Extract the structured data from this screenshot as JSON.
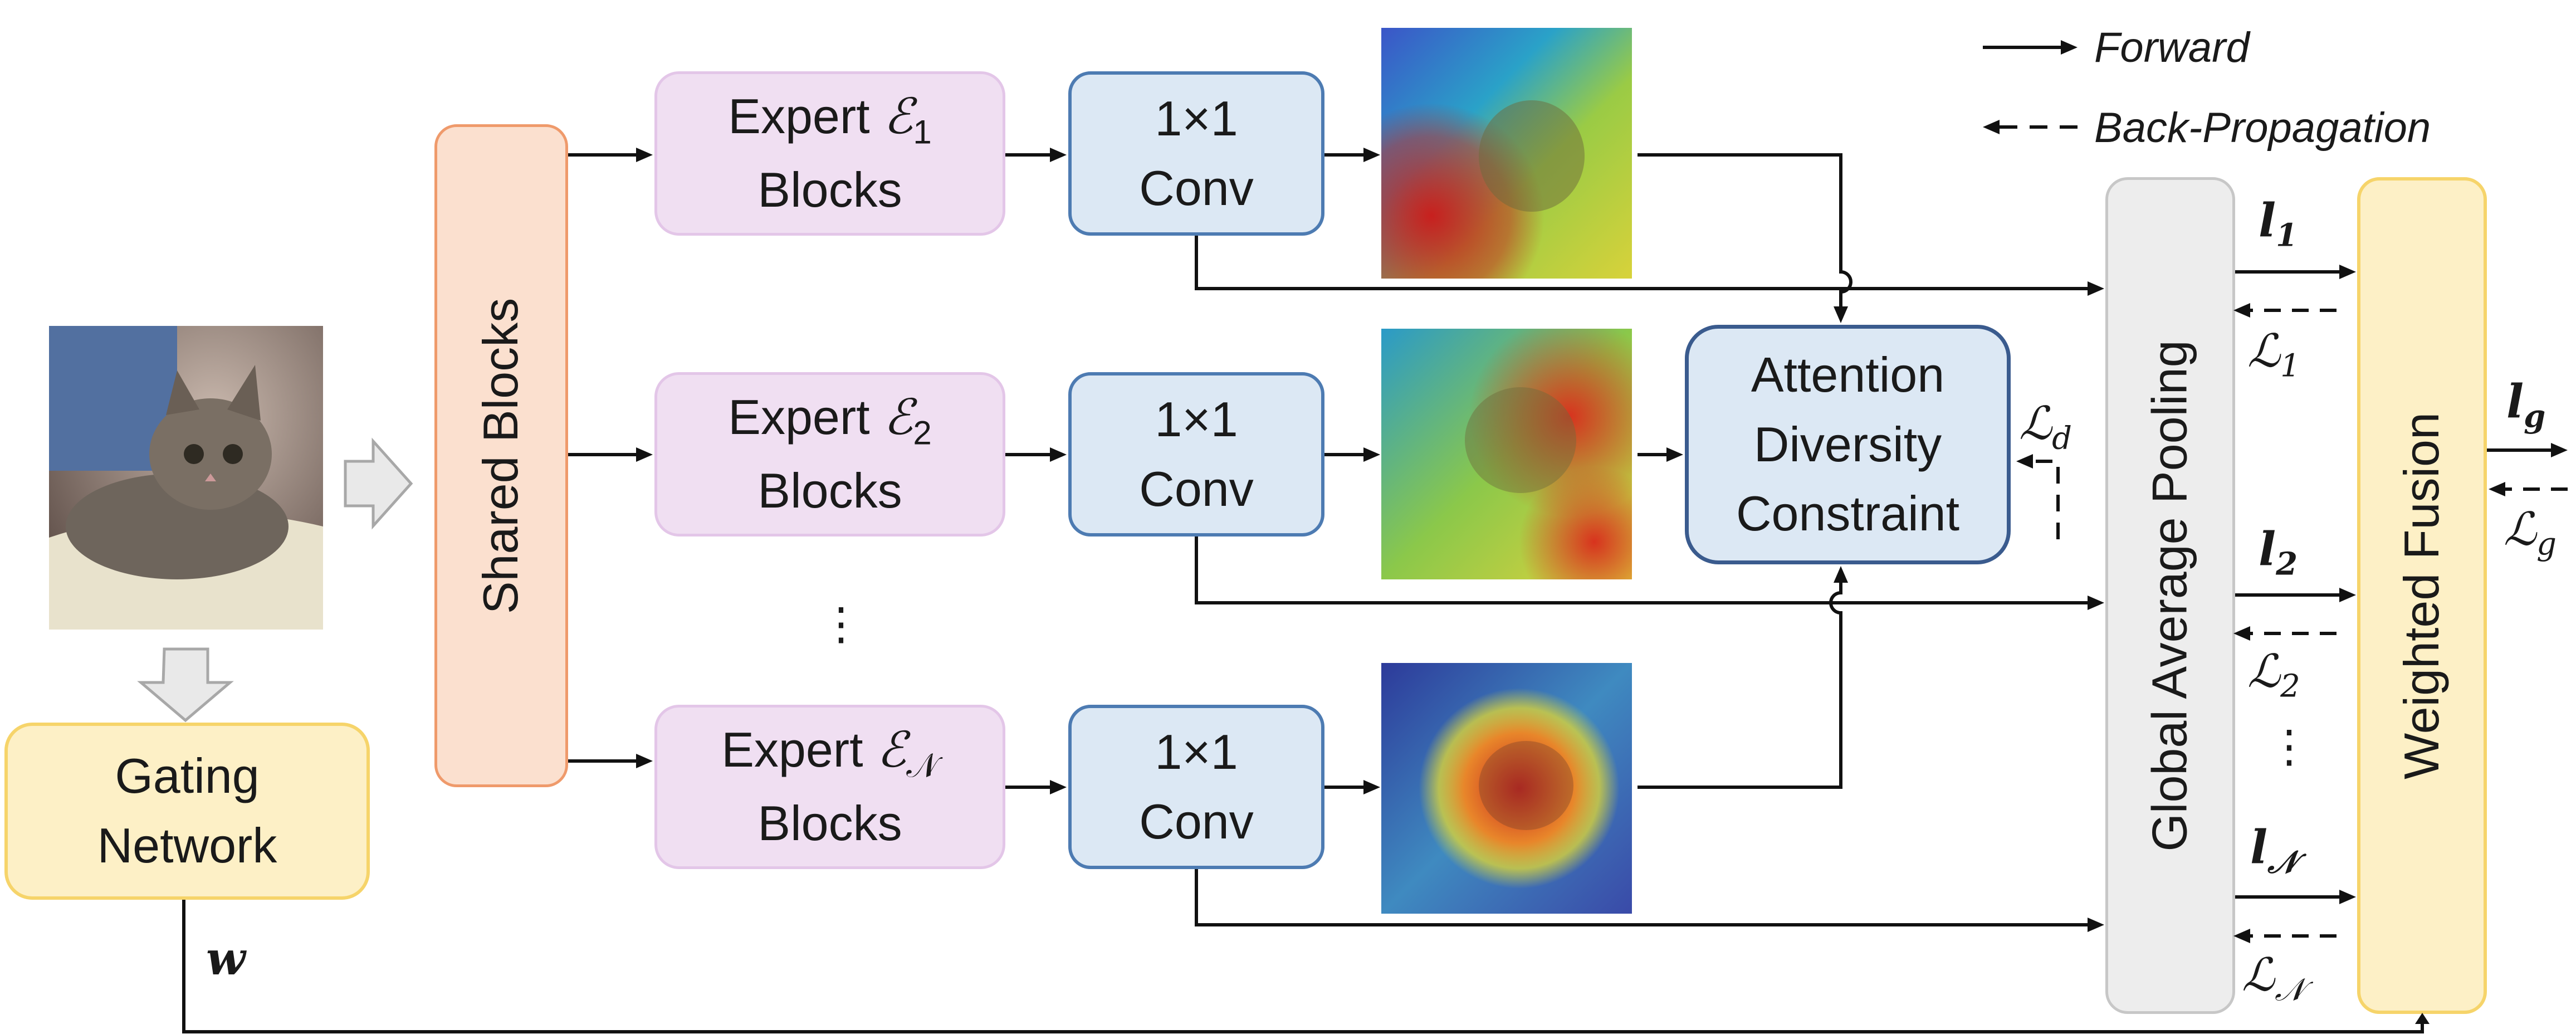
{
  "legend": {
    "forward": "Forward",
    "backprop": "Back-Propagation"
  },
  "shared_blocks": "Shared Blocks",
  "gating": {
    "line1": "Gating",
    "line2": "Network",
    "weight_symbol": "w"
  },
  "experts": [
    {
      "line1": "Expert ",
      "symbol": "ℰ",
      "sub": "1",
      "line2": "Blocks"
    },
    {
      "line1": "Expert ",
      "symbol": "ℰ",
      "sub": "2",
      "line2": "Blocks"
    },
    {
      "line1": "Expert ",
      "symbol": "ℰ",
      "sub": "𝒩",
      "line2": "Blocks"
    }
  ],
  "expert_ellipsis": "⋮",
  "conv": {
    "line1": "1×1",
    "line2": "Conv"
  },
  "adc": {
    "line1": "Attention",
    "line2": "Diversity",
    "line3": "Constraint"
  },
  "loss_d": {
    "symbol": "ℒ",
    "sub": "d"
  },
  "gap_label": "Global Average Pooling",
  "fusion_label": "Weighted Fusion",
  "logits": [
    {
      "symbol": "l",
      "sub": "1",
      "loss": "ℒ",
      "loss_sub": "1"
    },
    {
      "symbol": "l",
      "sub": "2",
      "loss": "ℒ",
      "loss_sub": "2"
    },
    {
      "symbol": "l",
      "sub": "𝒩",
      "loss": "ℒ",
      "loss_sub": "𝒩"
    }
  ],
  "logit_ellipsis": "⋮",
  "output": {
    "symbol": "l",
    "sub": "g",
    "loss": "ℒ",
    "loss_sub": "g"
  },
  "colors": {
    "expert_fill": "#f0dff2",
    "conv_fill": "#dce8f4",
    "conv_border": "#4d7bb2",
    "shared_fill": "#fbe0cf",
    "gating_fill": "#fdf0c6",
    "gap_fill": "#ededed",
    "arrow": "#111111"
  }
}
